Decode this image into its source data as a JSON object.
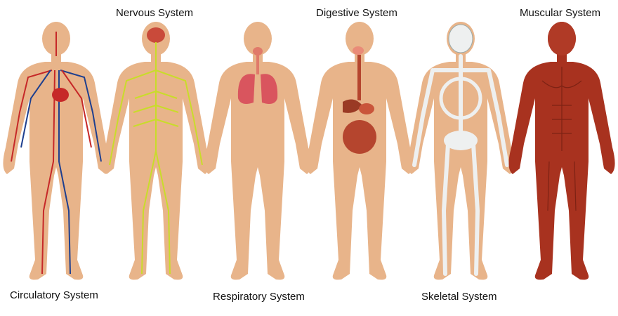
{
  "systems": [
    {
      "id": "circulatory",
      "label": "Circulatory System"
    },
    {
      "id": "nervous",
      "label": "Nervous System"
    },
    {
      "id": "respiratory",
      "label": "Respiratory System"
    },
    {
      "id": "digestive",
      "label": "Digestive System"
    },
    {
      "id": "skeletal",
      "label": "Skeletal System"
    },
    {
      "id": "muscular",
      "label": "Muscular System"
    }
  ],
  "colors": {
    "skin": "#e8b48a",
    "artery": "#c62828",
    "vein": "#1e3f8f",
    "nerve": "#c9dc2a",
    "lung": "#d9555e",
    "organ": "#b5452e",
    "bone": "#eef0f0",
    "muscle": "#a8321f"
  }
}
